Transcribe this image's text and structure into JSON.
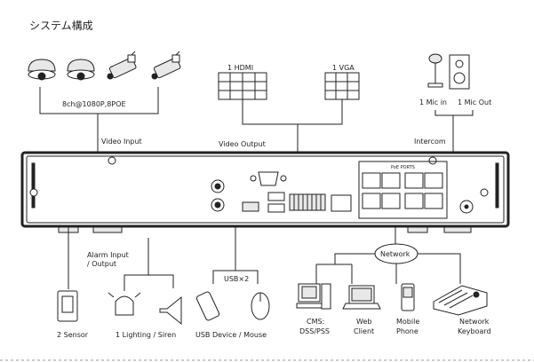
{
  "title": "システム構成",
  "cameras": {
    "label": "8ch@1080P,8POE"
  },
  "monitors": {
    "hdmi": "1 HDMI",
    "vga": "1 VGA"
  },
  "audio": {
    "mic_in": "1 Mic in",
    "mic_out": "1 Mic Out"
  },
  "connections": {
    "video_input": "Video Input",
    "video_output": "Video Output",
    "intercom": "Intercom",
    "alarm_line1": "Alarm Input",
    "alarm_line2": "/ Output",
    "usb": "USB×2",
    "network": "Network"
  },
  "nvr_panel": {
    "poe_ports": "PoE PORTS"
  },
  "devices": {
    "sensor": "2 Sensor",
    "lighting": "1 Lighting / Siren",
    "usb_device": "USB Device / Mouse",
    "cms_line1": "CMS:",
    "cms_line2": "DSS/PSS",
    "web_line1": "Web",
    "web_line2": "Client",
    "mobile_line1": "Mobile",
    "mobile_line2": "Phone",
    "keyboard_line1": "Network",
    "keyboard_line2": "Keyboard"
  }
}
